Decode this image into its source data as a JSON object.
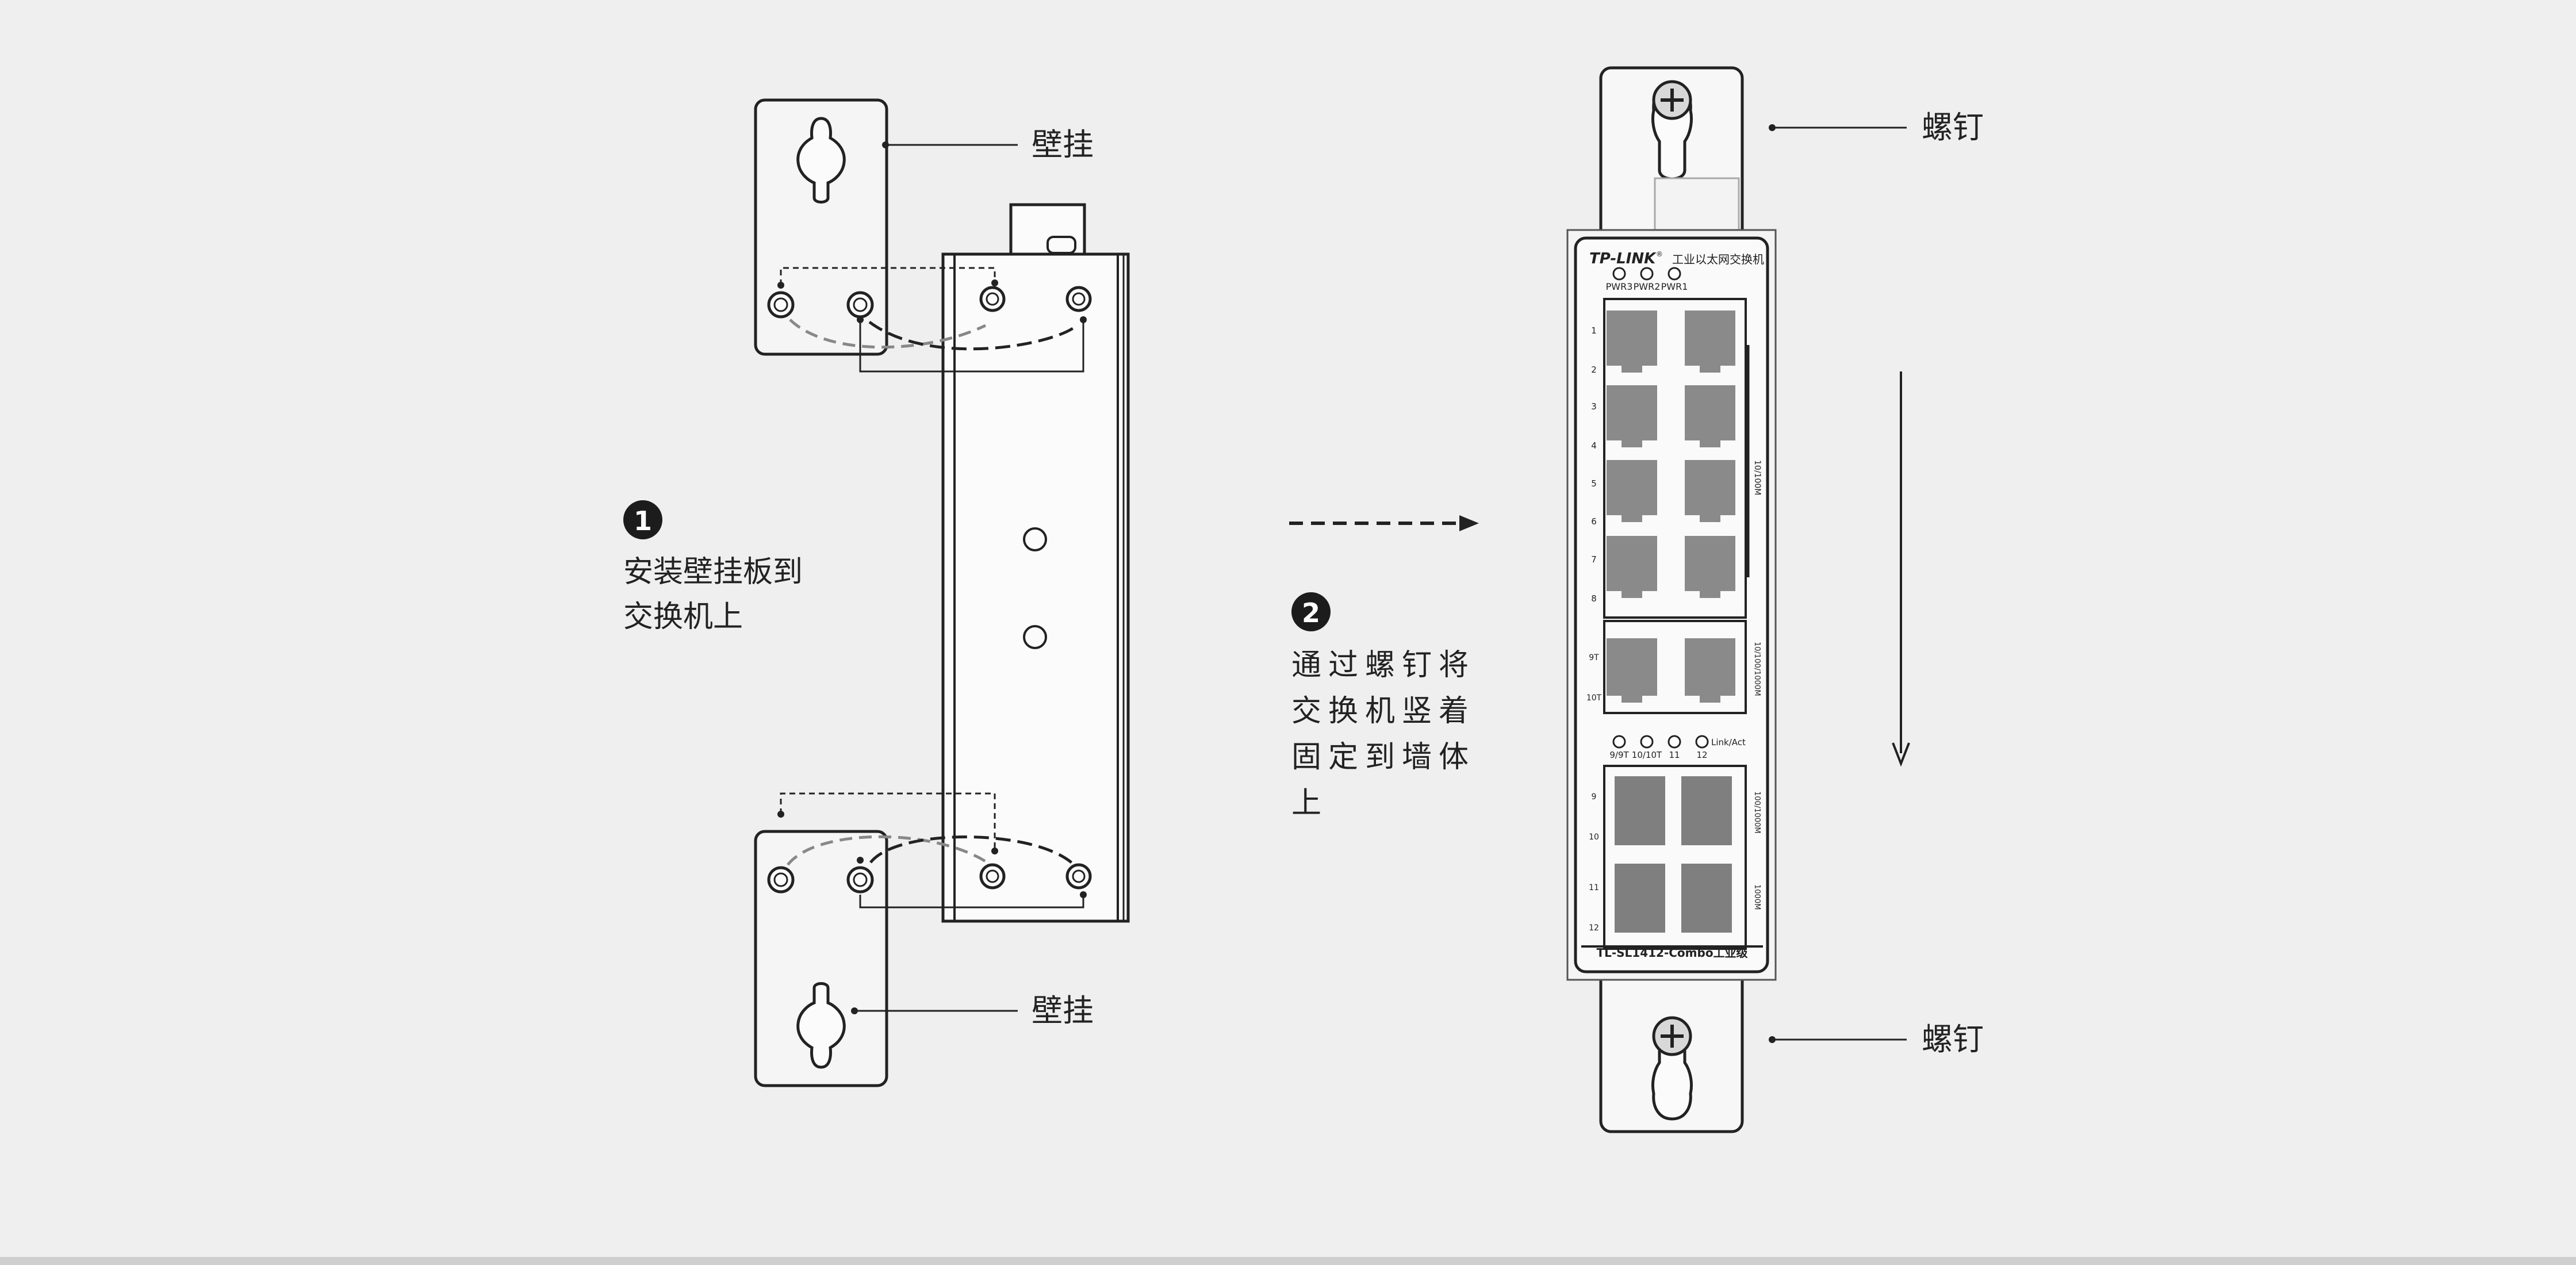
{
  "labels": {
    "wall_mount_top": "壁挂",
    "wall_mount_bottom": "壁挂",
    "screw_top": "螺钉",
    "screw_bottom": "螺钉"
  },
  "step1": {
    "number": "1",
    "lines": [
      "安装壁挂板到",
      "交换机上"
    ]
  },
  "step2": {
    "number": "2",
    "lines": [
      "通过螺钉将",
      "交换机竖着",
      "固定到墙体",
      "上"
    ]
  },
  "device": {
    "brand": "TP-LINK",
    "brand_mark": "®",
    "product_type": "工业以太网交换机",
    "power_leds": [
      "PWR3",
      "PWR2",
      "PWR1"
    ],
    "port_numbers": [
      "1",
      "2",
      "3",
      "4",
      "5",
      "6",
      "7",
      "8"
    ],
    "combo_port_numbers": [
      "9T",
      "10T"
    ],
    "sfp_port_numbers": [
      "9",
      "10",
      "11",
      "12"
    ],
    "combo_leds": [
      "9/9T",
      "10/10T",
      "11",
      "12"
    ],
    "link_label": "Link/Act",
    "speed_label_fe": "10/100M",
    "speed_label_ge": "10/100/1000M",
    "speed_label_sfp": "100/1000M",
    "speed_label_sfp2": "1000M",
    "model": "TL-SL1412-Combo工业级"
  }
}
